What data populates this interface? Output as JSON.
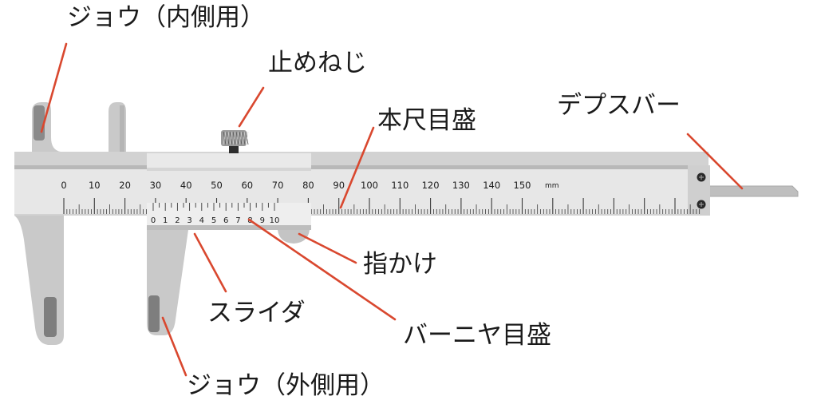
{
  "labels": {
    "jaw_inner": "ジョウ（内側用）",
    "lock_screw": "止めねじ",
    "main_scale": "本尺目盛",
    "depth_bar": "デプスバー",
    "finger_grip": "指かけ",
    "slider": "スライダ",
    "vernier_scale": "バーニヤ目盛",
    "jaw_outer": "ジョウ（外側用）"
  },
  "main_scale_numbers": [
    "0",
    "10",
    "20",
    "30",
    "40",
    "50",
    "60",
    "70",
    "80",
    "90",
    "100",
    "110",
    "120",
    "130",
    "140",
    "150"
  ],
  "main_scale_unit": "mm",
  "vernier_numbers": [
    "0",
    "1",
    "2",
    "3",
    "4",
    "5",
    "6",
    "7",
    "8",
    "9",
    "10"
  ],
  "colors": {
    "leader_line": "#d9482f",
    "body_light": "#e6e6e6",
    "body_mid": "#c9c9c9",
    "body_dark": "#a9a9a9",
    "jaw_shadow": "#6e6e6e",
    "ink": "#1a1a1a"
  },
  "icons": [
    "screw-icon",
    "knurled-knob-icon"
  ]
}
